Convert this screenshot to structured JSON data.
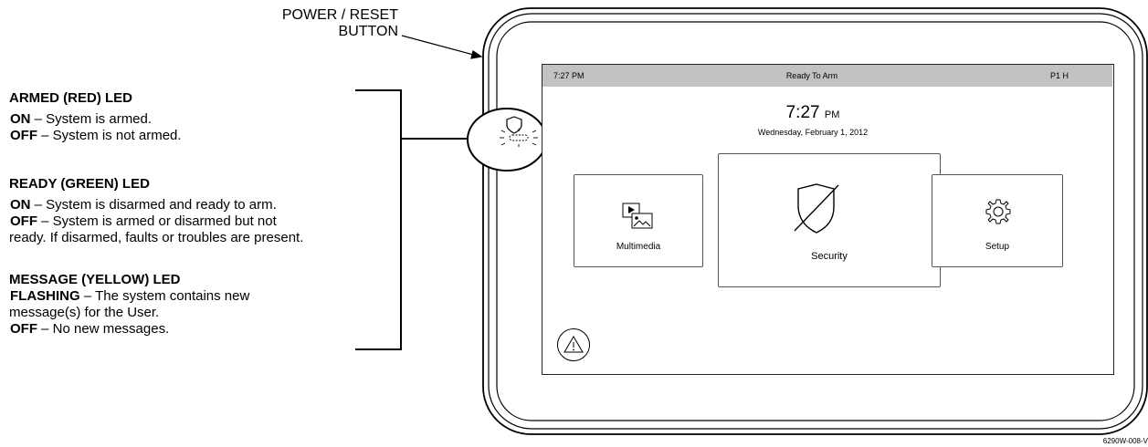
{
  "callout": {
    "power_line1": "POWER / RESET",
    "power_line2": "BUTTON"
  },
  "led_legend": {
    "armed": {
      "title": "ARMED (RED) LED",
      "on_key": "ON",
      "on_text": " – System is armed.",
      "off_key": "OFF",
      "off_text": " – System is not armed."
    },
    "ready": {
      "title": "READY (GREEN) LED",
      "on_key": "ON",
      "on_text": " – System is disarmed and ready to arm.",
      "off_key": "OFF",
      "off_text": " – System is armed or disarmed but not",
      "off_text2": "ready. If disarmed, faults or troubles are present."
    },
    "message": {
      "title": "MESSAGE (YELLOW) LED",
      "flash_key": "FLASHING",
      "flash_text": " – The system contains new",
      "flash_text2": "message(s) for the User.",
      "off_key": "OFF",
      "off_text": " – No new messages."
    }
  },
  "screen": {
    "status_time": "7:27 PM",
    "status_title": "Ready To Arm",
    "status_partition": "P1 H",
    "clock_time": "7:27",
    "clock_ampm": "PM",
    "date": "Wednesday, February 1, 2012",
    "tiles": {
      "multimedia": "Multimedia",
      "security": "Security",
      "setup": "Setup"
    }
  },
  "figure_code": "6290W-008-V",
  "icons": [
    "shield-icon",
    "led-glow-icon",
    "multimedia-icon",
    "shield-slash-icon",
    "gear-icon",
    "warning-triangle-icon"
  ]
}
